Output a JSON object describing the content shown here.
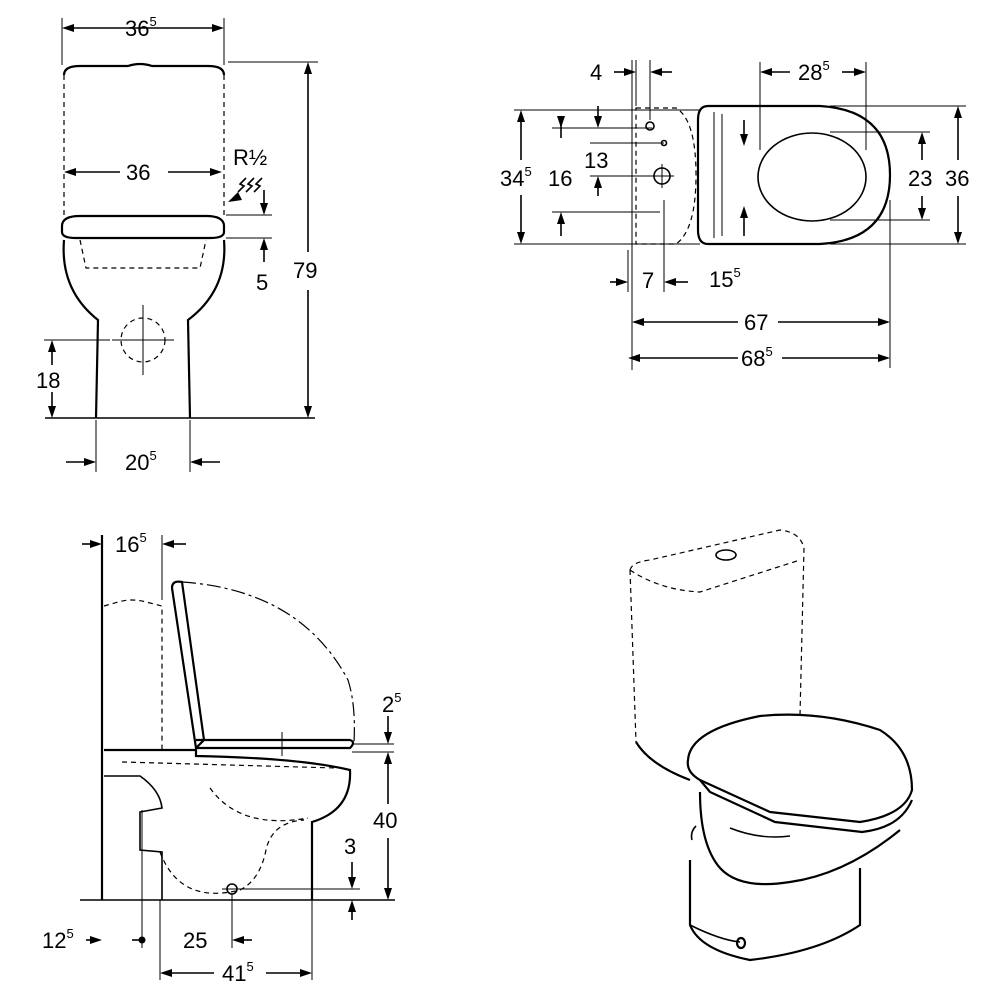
{
  "front_view": {
    "width_tank": {
      "main": "36",
      "sup": "5"
    },
    "width_tank_inner": {
      "main": "36",
      "sup": ""
    },
    "inlet_label": "R½",
    "inlet_drop": {
      "main": "5",
      "sup": ""
    },
    "total_height": {
      "main": "79",
      "sup": ""
    },
    "outlet_height": {
      "main": "18",
      "sup": ""
    },
    "base_width": {
      "main": "20",
      "sup": "5"
    }
  },
  "top_view": {
    "d_4": {
      "main": "4",
      "sup": ""
    },
    "d_28_5": {
      "main": "28",
      "sup": "5"
    },
    "d_34_5": {
      "main": "34",
      "sup": "5"
    },
    "d_16": {
      "main": "16",
      "sup": ""
    },
    "d_13": {
      "main": "13",
      "sup": ""
    },
    "d_23": {
      "main": "23",
      "sup": ""
    },
    "d_36": {
      "main": "36",
      "sup": ""
    },
    "d_7": {
      "main": "7",
      "sup": ""
    },
    "d_15_5": {
      "main": "15",
      "sup": "5"
    },
    "d_67": {
      "main": "67",
      "sup": ""
    },
    "d_68_5": {
      "main": "68",
      "sup": "5"
    }
  },
  "side_view": {
    "d_16_5": {
      "main": "16",
      "sup": "5"
    },
    "d_2_5": {
      "main": "2",
      "sup": "5"
    },
    "d_40": {
      "main": "40",
      "sup": ""
    },
    "d_3": {
      "main": "3",
      "sup": ""
    },
    "d_12_5": {
      "main": "12",
      "sup": "5"
    },
    "d_25": {
      "main": "25",
      "sup": ""
    },
    "d_41_5": {
      "main": "41",
      "sup": "5"
    }
  }
}
